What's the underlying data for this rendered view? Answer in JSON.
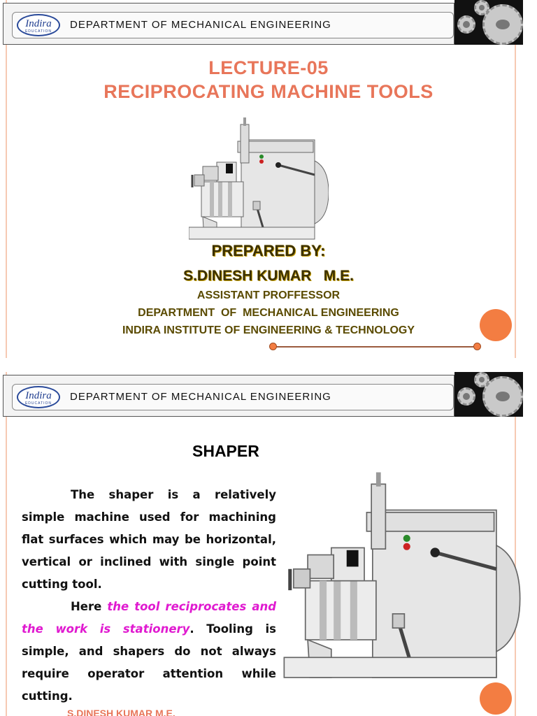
{
  "header": {
    "logo_text": "Indira",
    "logo_sub": "EDUCATION",
    "department": "DEPARTMENT OF MECHANICAL ENGINEERING"
  },
  "slide1": {
    "lecture": "LECTURE-05",
    "title": "RECIPROCATING MACHINE TOOLS",
    "prepared_by": "PREPARED BY:",
    "author": "S.DINESH KUMAR   M.E.",
    "designation": "ASSISTANT PROFFESSOR",
    "department": "DEPARTMENT  OF  MECHANICAL ENGINEERING",
    "institute": "INDIRA INSTITUTE OF ENGINEERING & TECHNOLOGY"
  },
  "slide2": {
    "title": "SHAPER",
    "para1": "The shaper is a relatively simple machine used for machining flat surfaces which may be horizontal, vertical or inclined with single point cutting tool.",
    "para2_lead": "Here ",
    "para2_highlight": "the tool reciprocates and the work is stationery",
    "para2_rest": ". Tooling is simple, and shapers do not always require operator attention while cutting.",
    "footer": "S.DINESH KUMAR  M.E."
  },
  "colors": {
    "accent": "#e8765a",
    "dot": "#f37d42",
    "highlight": "#e01ad0",
    "gold": "#caa30a"
  }
}
